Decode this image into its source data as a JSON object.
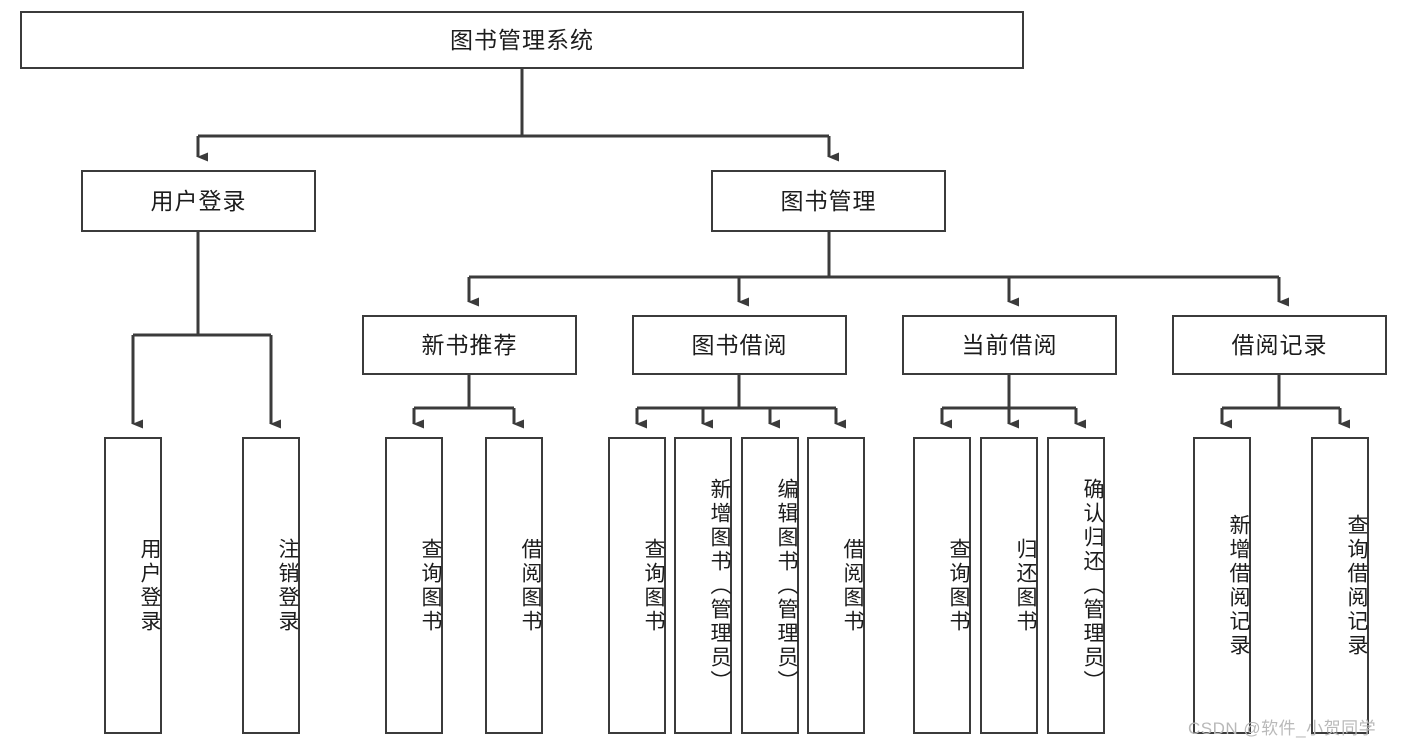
{
  "diagram": {
    "title": "图书管理系统",
    "watermark": "CSDN @软件_小贺同学",
    "line_color": "#3b3b3b",
    "box_fill": "#ffffff",
    "text_color": "#1c1c1c",
    "watermark_color": "#b9b9b9",
    "root": {
      "label": "图书管理系统"
    },
    "level2": [
      {
        "label": "用户登录"
      },
      {
        "label": "图书管理"
      }
    ],
    "level3": [
      {
        "label": "新书推荐"
      },
      {
        "label": "图书借阅"
      },
      {
        "label": "当前借阅"
      },
      {
        "label": "借阅记录"
      }
    ],
    "leaves": {
      "user_login": [
        {
          "label": "用户登录"
        },
        {
          "label": "注销登录"
        }
      ],
      "new_book": [
        {
          "label": "查询图书"
        },
        {
          "label": "借阅图书"
        }
      ],
      "borrow": [
        {
          "label": "查询图书"
        },
        {
          "label": "新增图书（管理员）"
        },
        {
          "label": "编辑图书（管理员）"
        },
        {
          "label": "借阅图书"
        }
      ],
      "current": [
        {
          "label": "查询图书"
        },
        {
          "label": "归还图书"
        },
        {
          "label": "确认归还（管理员）"
        }
      ],
      "records": [
        {
          "label": "新增借阅记录"
        },
        {
          "label": "查询借阅记录"
        }
      ]
    }
  }
}
